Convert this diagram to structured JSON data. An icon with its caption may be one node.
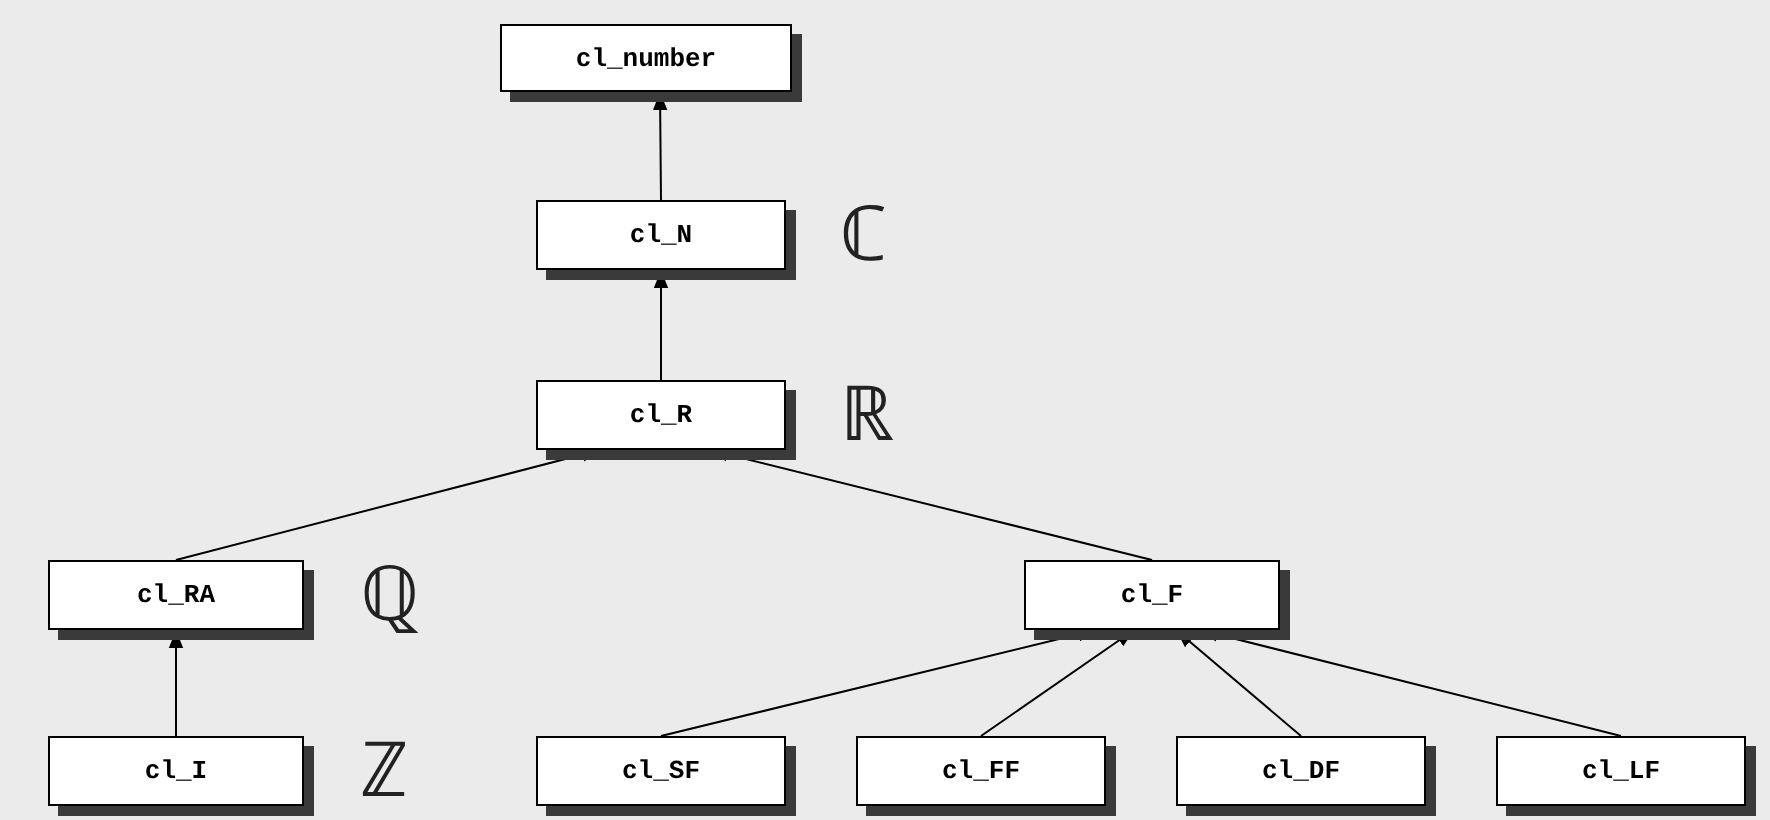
{
  "diagram": {
    "nodes": [
      {
        "text": [
          "cl_number"
        ]
      },
      {
        "text": [
          "cl_N"
        ],
        "beside": [
          "ℂ"
        ]
      },
      {
        "text": [
          "cl_R"
        ],
        "beside": [
          "ℝ"
        ]
      },
      {
        "text": [
          "cl_RA"
        ],
        "beside": [
          "ℚ"
        ]
      },
      {
        "text": [
          "cl_F"
        ]
      },
      {
        "text": [
          "cl_I"
        ],
        "beside": [
          "ℤ"
        ]
      },
      {
        "text": [
          "cl_SF"
        ]
      },
      {
        "text": [
          "cl_FF"
        ]
      },
      {
        "text": [
          "cl_DF"
        ]
      },
      {
        "text": [
          "cl_LF"
        ]
      }
    ],
    "edges": [
      {
        "from": 1,
        "to": 0,
        "arrow": "to"
      },
      {
        "from": 2,
        "to": 1,
        "arrow": "to"
      },
      {
        "from": 3,
        "to": 2,
        "arrow": "to"
      },
      {
        "from": 4,
        "to": 2,
        "arrow": "to"
      },
      {
        "from": 5,
        "to": 3,
        "arrow": "to"
      },
      {
        "from": 6,
        "to": 4,
        "arrow": "to"
      },
      {
        "from": 7,
        "to": 4,
        "arrow": "to"
      },
      {
        "from": 8,
        "to": 4,
        "arrow": "to"
      },
      {
        "from": 9,
        "to": 4,
        "arrow": "to"
      }
    ]
  }
}
